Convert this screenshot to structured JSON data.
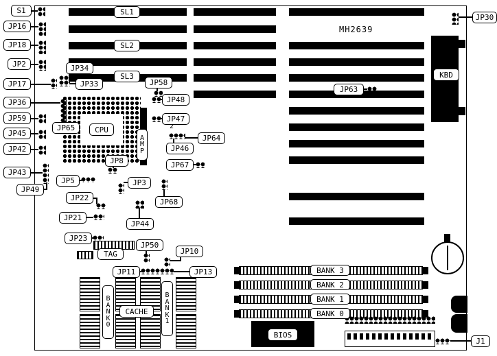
{
  "board": {
    "part_number": "MH2639"
  },
  "colors": {
    "ink": "#000000",
    "paper": "#ffffff"
  },
  "labels": {
    "s1": "S1",
    "j1": "J1",
    "jp2": "JP2",
    "jp3": "JP3",
    "jp5": "JP5",
    "jp8": "JP8",
    "jp10": "JP10",
    "jp11": "JP11",
    "jp13": "JP13",
    "jp16": "JP16",
    "jp17": "JP17",
    "jp18": "JP18",
    "jp21": "JP21",
    "jp22": "JP22",
    "jp23": "JP23",
    "jp30": "JP30",
    "jp33": "JP33",
    "jp34": "JP34",
    "jp36": "JP36",
    "jp42": "JP42",
    "jp43": "JP43",
    "jp44": "JP44",
    "jp45": "JP45",
    "jp46": "JP46",
    "jp47": "JP47",
    "jp48": "JP48",
    "jp49": "JP49",
    "jp50": "JP50",
    "jp58": "JP58",
    "jp59": "JP59",
    "jp63": "JP63",
    "jp64": "JP64",
    "jp65": "JP65",
    "jp67": "JP67",
    "jp68": "JP68",
    "sl1": "SL1",
    "sl2": "SL2",
    "sl3": "SL3",
    "cpu": "CPU",
    "kbd": "KBD",
    "tag": "TAG",
    "cache": "CACHE",
    "bios": "BIOS",
    "bank0": "BANK 0",
    "bank1": "BANK 1",
    "bank2": "BANK 2",
    "bank3": "BANK 3",
    "amp_v": "A\nM\nP",
    "bank0_v": "B\nA\nN\nK\n0",
    "bank1_v": "B\nA\nN\nK\n1",
    "pin2": "2"
  }
}
